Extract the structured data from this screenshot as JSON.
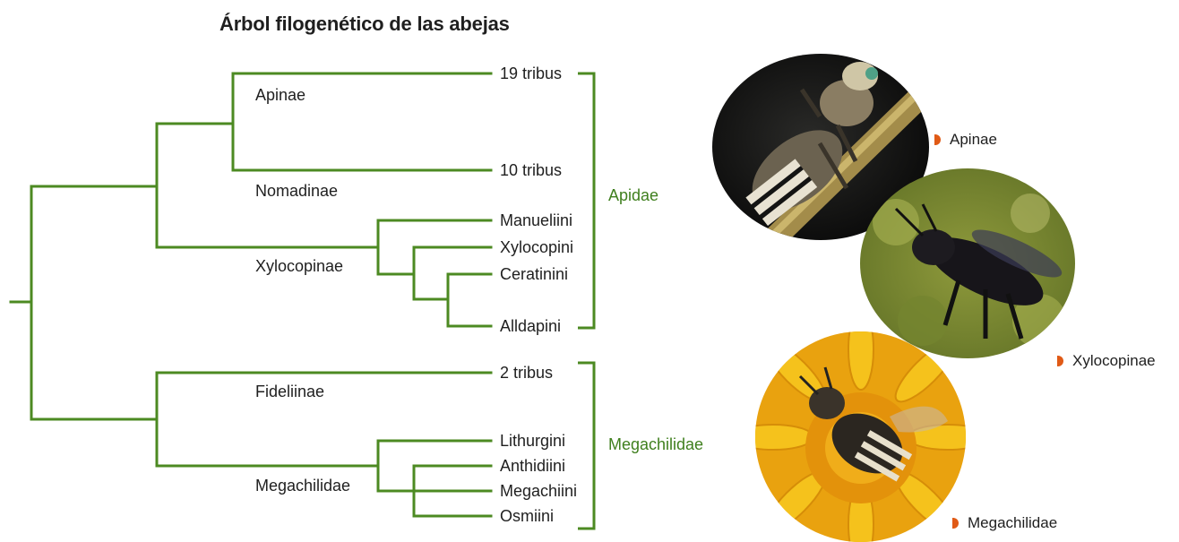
{
  "title": "Árbol filogenético de las abejas",
  "subfamilies": {
    "apinae": "Apinae",
    "nomadinae": "Nomadinae",
    "xylocopinae": "Xylocopinae",
    "fideliinae": "Fideliinae",
    "megachilidae": "Megachilidae"
  },
  "tips": {
    "apinae": "19 tribus",
    "nomadinae": "10 tribus",
    "manueliini": "Manueliini",
    "xylocopini": "Xylocopini",
    "ceratinini": "Ceratinini",
    "alldapini": "Alldapini",
    "fideliinae": "2 tribus",
    "lithurgini": "Lithurgini",
    "anthidiini": "Anthidiini",
    "megachiini": "Megachiini",
    "osmiini": "Osmiini"
  },
  "families": {
    "apidae": "Apidae",
    "megachilidae": "Megachilidae"
  },
  "photos": {
    "apinae": "Apinae",
    "xylocopinae": "Xylocopinae",
    "megachilidae": "Megachilidae"
  },
  "colors": {
    "branch": "#4c8a22",
    "family_label": "#3f7f1e",
    "marker": "#e05a16"
  }
}
